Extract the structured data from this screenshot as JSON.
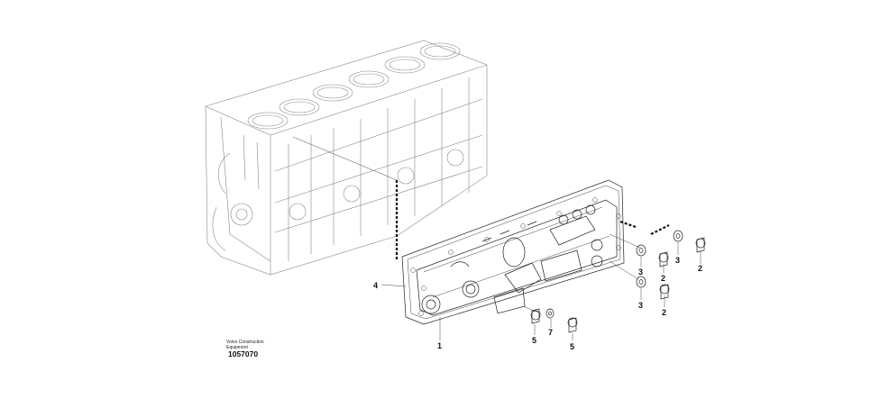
{
  "brand": {
    "line1": "Volvo Construction",
    "line2": "Equipment"
  },
  "doc_id": "1057070",
  "callouts": [
    "4",
    "1",
    "5",
    "7",
    "5",
    "3",
    "2",
    "3",
    "2",
    "3",
    "2"
  ]
}
